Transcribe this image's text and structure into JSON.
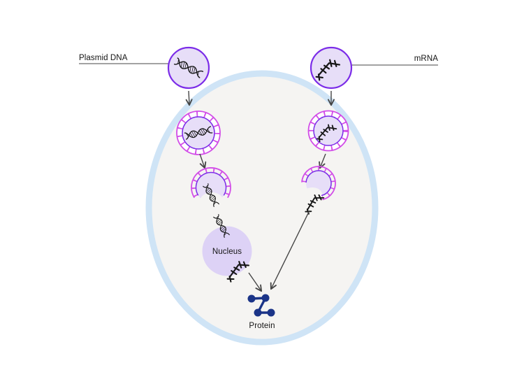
{
  "diagram": {
    "labels": {
      "plasmid_dna": "Plasmid DNA",
      "mrna": "mRNA",
      "nucleus": "Nucleus",
      "protein": "Protein"
    }
  },
  "icons": {
    "dna": "dna-helix-icon",
    "mrna": "mrna-strand-icon",
    "nanoparticle": "lipid-nanoparticle-icon",
    "ruptured_nanoparticle": "ruptured-nanoparticle-icon",
    "protein": "protein-molecule-icon",
    "cell": "cell-outline",
    "nucleus": "nucleus-circle",
    "arrow": "flow-arrow-icon"
  },
  "colors": {
    "background": "#ffffff",
    "membrane": "#cfe4f6",
    "cytoplasm": "#f5f4f2",
    "vesicle_stroke": "#7b2ce8",
    "vesicle_fill": "#e7def8",
    "lipid": "#d24de8",
    "nucleus_fill": "#ddd2f6",
    "protein": "#1b3488",
    "ink": "#161616",
    "line": "#454545",
    "label": "#141414"
  }
}
